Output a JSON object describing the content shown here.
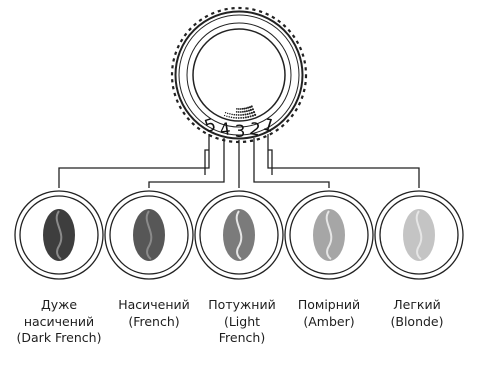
{
  "dial": {
    "numbers": [
      "5",
      "4",
      "3",
      "2",
      "1"
    ]
  },
  "roasts": [
    {
      "lines": [
        "Дуже",
        "насичений",
        "(Dark French)"
      ],
      "bean_color": "#3e3e3e"
    },
    {
      "lines": [
        "Насичений",
        "(French)"
      ],
      "bean_color": "#575757"
    },
    {
      "lines": [
        "Потужний",
        "(Light",
        "French)"
      ],
      "bean_color": "#7b7b7b"
    },
    {
      "lines": [
        "Помірний",
        "(Amber)"
      ],
      "bean_color": "#a6a6a6"
    },
    {
      "lines": [
        "Легкий",
        "(Blonde)"
      ],
      "bean_color": "#c4c4c4"
    }
  ]
}
